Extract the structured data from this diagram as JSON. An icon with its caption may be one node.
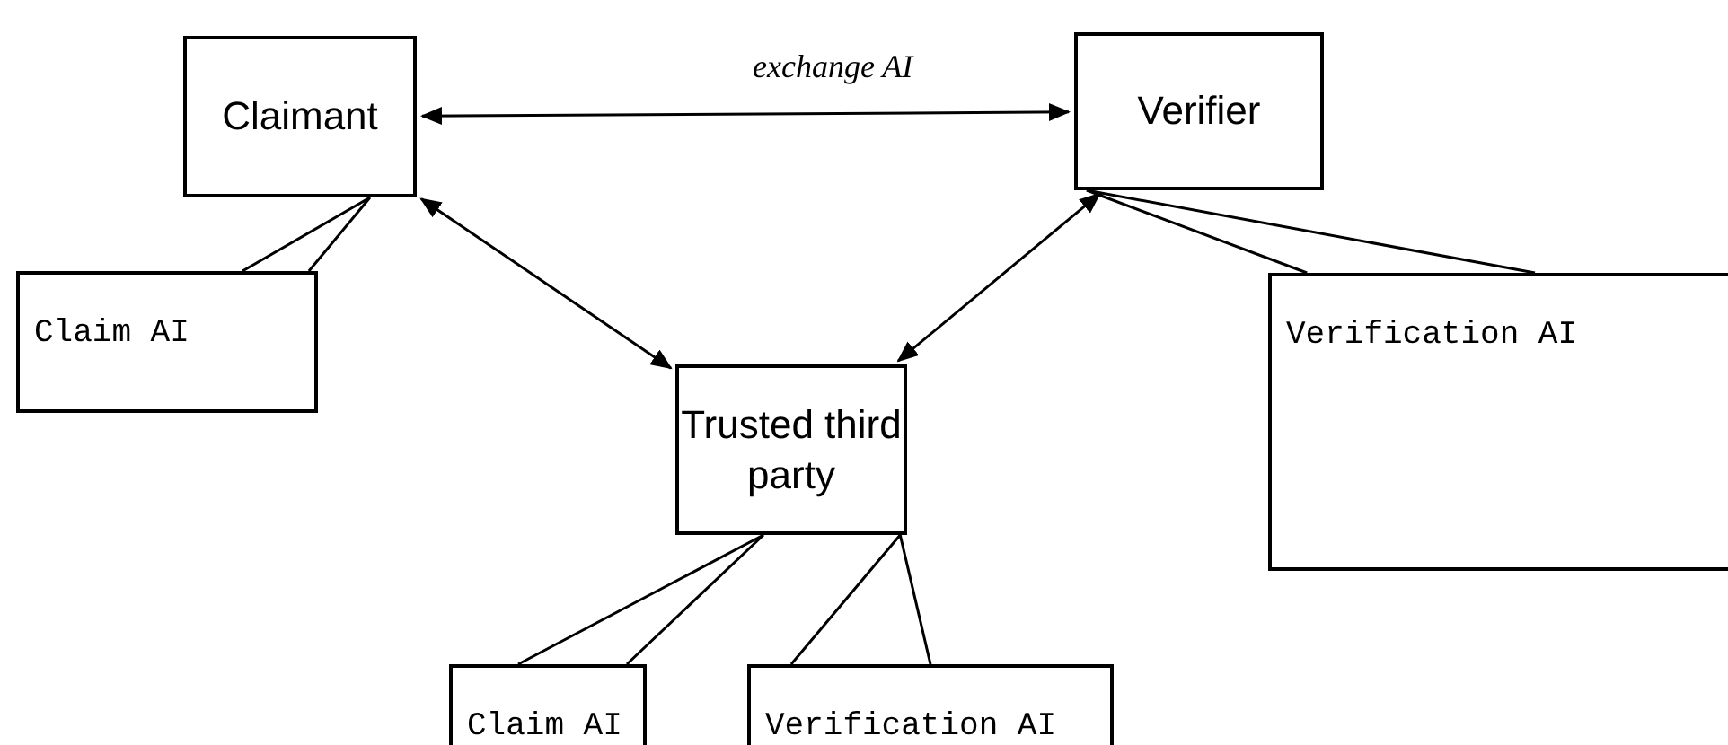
{
  "diagram": {
    "nodes": [
      {
        "text": [
          "Claimant"
        ]
      },
      {
        "text": [
          "Verifier"
        ]
      },
      {
        "text": [
          "Trusted third party"
        ]
      },
      {
        "text": [
          "Claim AI"
        ]
      },
      {
        "text": [
          "Verification AI"
        ]
      },
      {
        "text": [
          "Claim AI"
        ]
      },
      {
        "text": [
          "Verification AI"
        ]
      }
    ],
    "edges": [
      {
        "from": 0,
        "to": 1,
        "arrow": "both",
        "label": "exchange AI"
      },
      {
        "from": 0,
        "to": 2,
        "arrow": "both"
      },
      {
        "from": 1,
        "to": 2,
        "arrow": "both"
      },
      {
        "from": 3,
        "to": 0,
        "arrow": "none"
      },
      {
        "from": 4,
        "to": 1,
        "arrow": "none"
      },
      {
        "from": 5,
        "to": 2,
        "arrow": "none"
      },
      {
        "from": 6,
        "to": 2,
        "arrow": "none"
      }
    ]
  }
}
